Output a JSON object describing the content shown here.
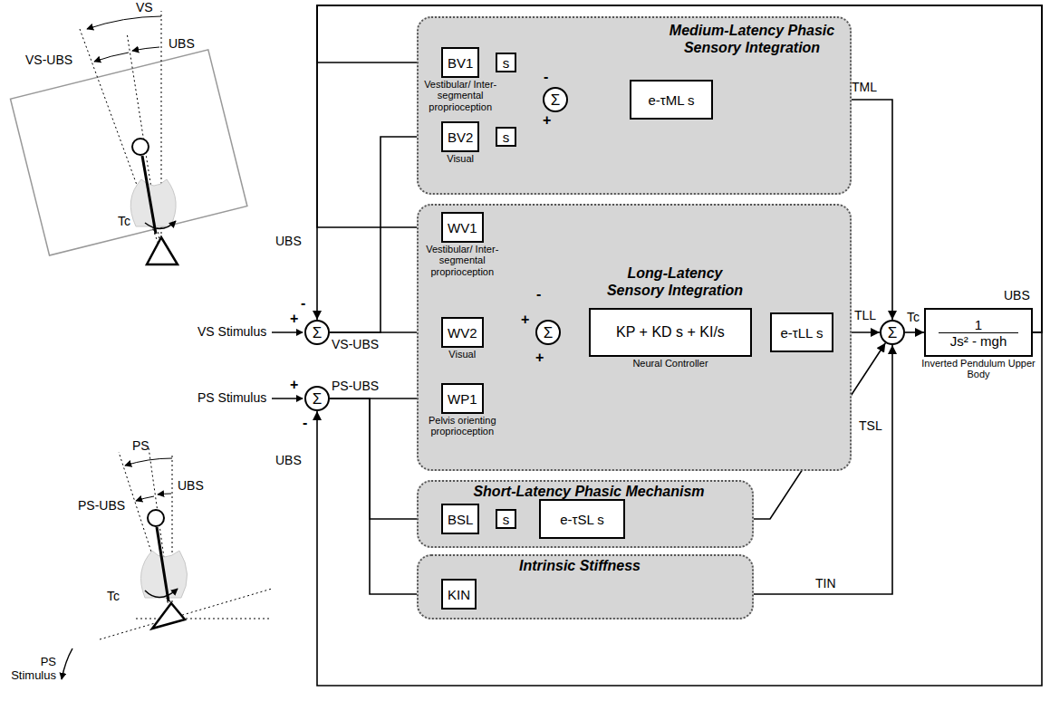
{
  "diagram": {
    "nodes": [
      {
        "text": [
          "Medium-Latency Phasic Sensory Integration"
        ]
      },
      {
        "text": [
          "BV1",
          "Vestibular/ Inter-segmental proprioception"
        ],
        "in": 0
      },
      {
        "text": [
          "s"
        ],
        "in": 0
      },
      {
        "text": [
          "Σ"
        ],
        "in": 0
      },
      {
        "text": [
          "e-τML s"
        ],
        "in": 0
      },
      {
        "text": [
          "BV2",
          "Visual"
        ],
        "in": 0
      },
      {
        "text": [
          "s"
        ],
        "in": 0
      },
      {
        "text": [
          "Long-Latency Sensory Integration"
        ]
      },
      {
        "text": [
          "WV1",
          "Vestibular/ Inter-segmental proprioception"
        ],
        "in": 7
      },
      {
        "text": [
          "Σ"
        ]
      },
      {
        "text": [
          "WV2",
          "Visual"
        ],
        "in": 7
      },
      {
        "text": [
          "Σ"
        ],
        "in": 7
      },
      {
        "text": [
          "KP + KD s + KI/s",
          "Neural Controller"
        ],
        "in": 7
      },
      {
        "text": [
          "e-τLL s"
        ],
        "in": 7
      },
      {
        "text": [
          "Σ"
        ]
      },
      {
        "text": [
          "1",
          "Js² - mgh",
          "Inverted Pendulum Upper Body"
        ]
      },
      {
        "text": [
          "Σ"
        ]
      },
      {
        "text": [
          "WP1",
          "Pelvis orienting proprioception"
        ],
        "in": 7
      },
      {
        "text": [
          "Short-Latency Phasic Mechanism"
        ]
      },
      {
        "text": [
          "BSL"
        ],
        "in": 18
      },
      {
        "text": [
          "s"
        ],
        "in": 18
      },
      {
        "text": [
          "e-τSL s"
        ],
        "in": 18
      },
      {
        "text": [
          "Intrinsic Stiffness"
        ]
      },
      {
        "text": [
          "KIN"
        ],
        "in": 22
      }
    ],
    "edges": [
      {
        "from": 1,
        "to": 2,
        "arrow": "to"
      },
      {
        "from": 2,
        "to": 3,
        "arrow": "to"
      },
      {
        "from": 5,
        "to": 6,
        "arrow": "to"
      },
      {
        "from": 6,
        "to": 3,
        "arrow": "to"
      },
      {
        "from": 3,
        "to": 4,
        "arrow": "to"
      },
      {
        "from": 4,
        "to": 14,
        "arrow": "to"
      },
      {
        "from": 9,
        "to": 5,
        "arrow": "to"
      },
      {
        "from": 9,
        "to": 10,
        "arrow": "to"
      },
      {
        "from": 8,
        "to": 11,
        "arrow": "to"
      },
      {
        "from": 10,
        "to": 11,
        "arrow": "to"
      },
      {
        "from": 17,
        "to": 11,
        "arrow": "to"
      },
      {
        "from": 11,
        "to": 12,
        "arrow": "to"
      },
      {
        "from": 12,
        "to": 13,
        "arrow": "to"
      },
      {
        "from": 13,
        "to": 14,
        "arrow": "to"
      },
      {
        "from": 16,
        "to": 17,
        "arrow": "to"
      },
      {
        "from": 16,
        "to": 19,
        "arrow": "to"
      },
      {
        "from": 16,
        "to": 23,
        "arrow": "to"
      },
      {
        "from": 19,
        "to": 20,
        "arrow": "to"
      },
      {
        "from": 20,
        "to": 21,
        "arrow": "to"
      },
      {
        "from": 21,
        "to": 14,
        "arrow": "to"
      },
      {
        "from": 23,
        "to": 14,
        "arrow": "to"
      },
      {
        "from": 14,
        "to": 15,
        "arrow": "to"
      },
      {
        "from": 15,
        "to": 1,
        "arrow": "to"
      },
      {
        "from": 15,
        "to": 8,
        "arrow": "to"
      },
      {
        "from": 15,
        "to": 9,
        "arrow": "to"
      },
      {
        "from": 15,
        "to": 16,
        "arrow": "to"
      }
    ],
    "labels": [
      "VS",
      "VS-UBS",
      "UBS",
      "Tc",
      "PS",
      "PS-UBS",
      "UBS",
      "Tc",
      "PS Stimulus",
      "UBS",
      "VS Stimulus",
      "+",
      "-",
      "VS-UBS",
      "PS Stimulus",
      "+",
      "-",
      "PS-UBS",
      "UBS",
      "-",
      "+",
      "-",
      "+",
      "+",
      "TML",
      "TLL",
      "TSL",
      "TIN",
      "Tc",
      "UBS"
    ]
  }
}
